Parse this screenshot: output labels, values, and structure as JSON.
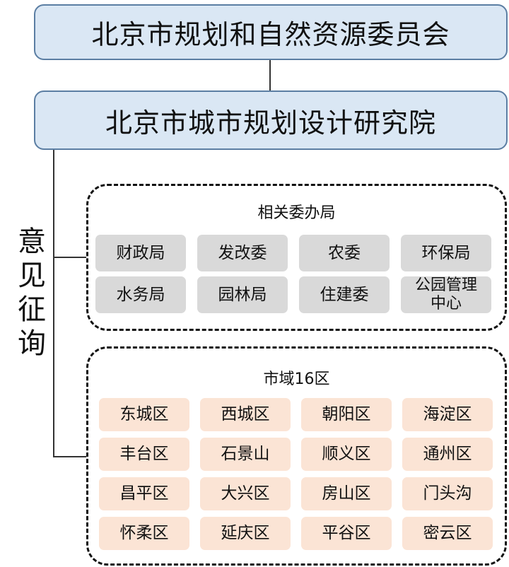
{
  "top": {
    "commission": "北京市规划和自然资源委员会",
    "institute": "北京市城市规划设计研究院"
  },
  "side_label": [
    "意",
    "见",
    "征",
    "询"
  ],
  "groups": [
    {
      "title": "相关委办局",
      "items": [
        "财政局",
        "发改委",
        "农委",
        "环保局",
        "水务局",
        "园林局",
        "住建委",
        "公园管理中心"
      ]
    },
    {
      "title": "市域16区",
      "items": [
        "东城区",
        "西城区",
        "朝阳区",
        "海淀区",
        "丰台区",
        "石景山",
        "顺义区",
        "通州区",
        "昌平区",
        "大兴区",
        "房山区",
        "门头沟",
        "怀柔区",
        "延庆区",
        "平谷区",
        "密云区"
      ]
    }
  ]
}
